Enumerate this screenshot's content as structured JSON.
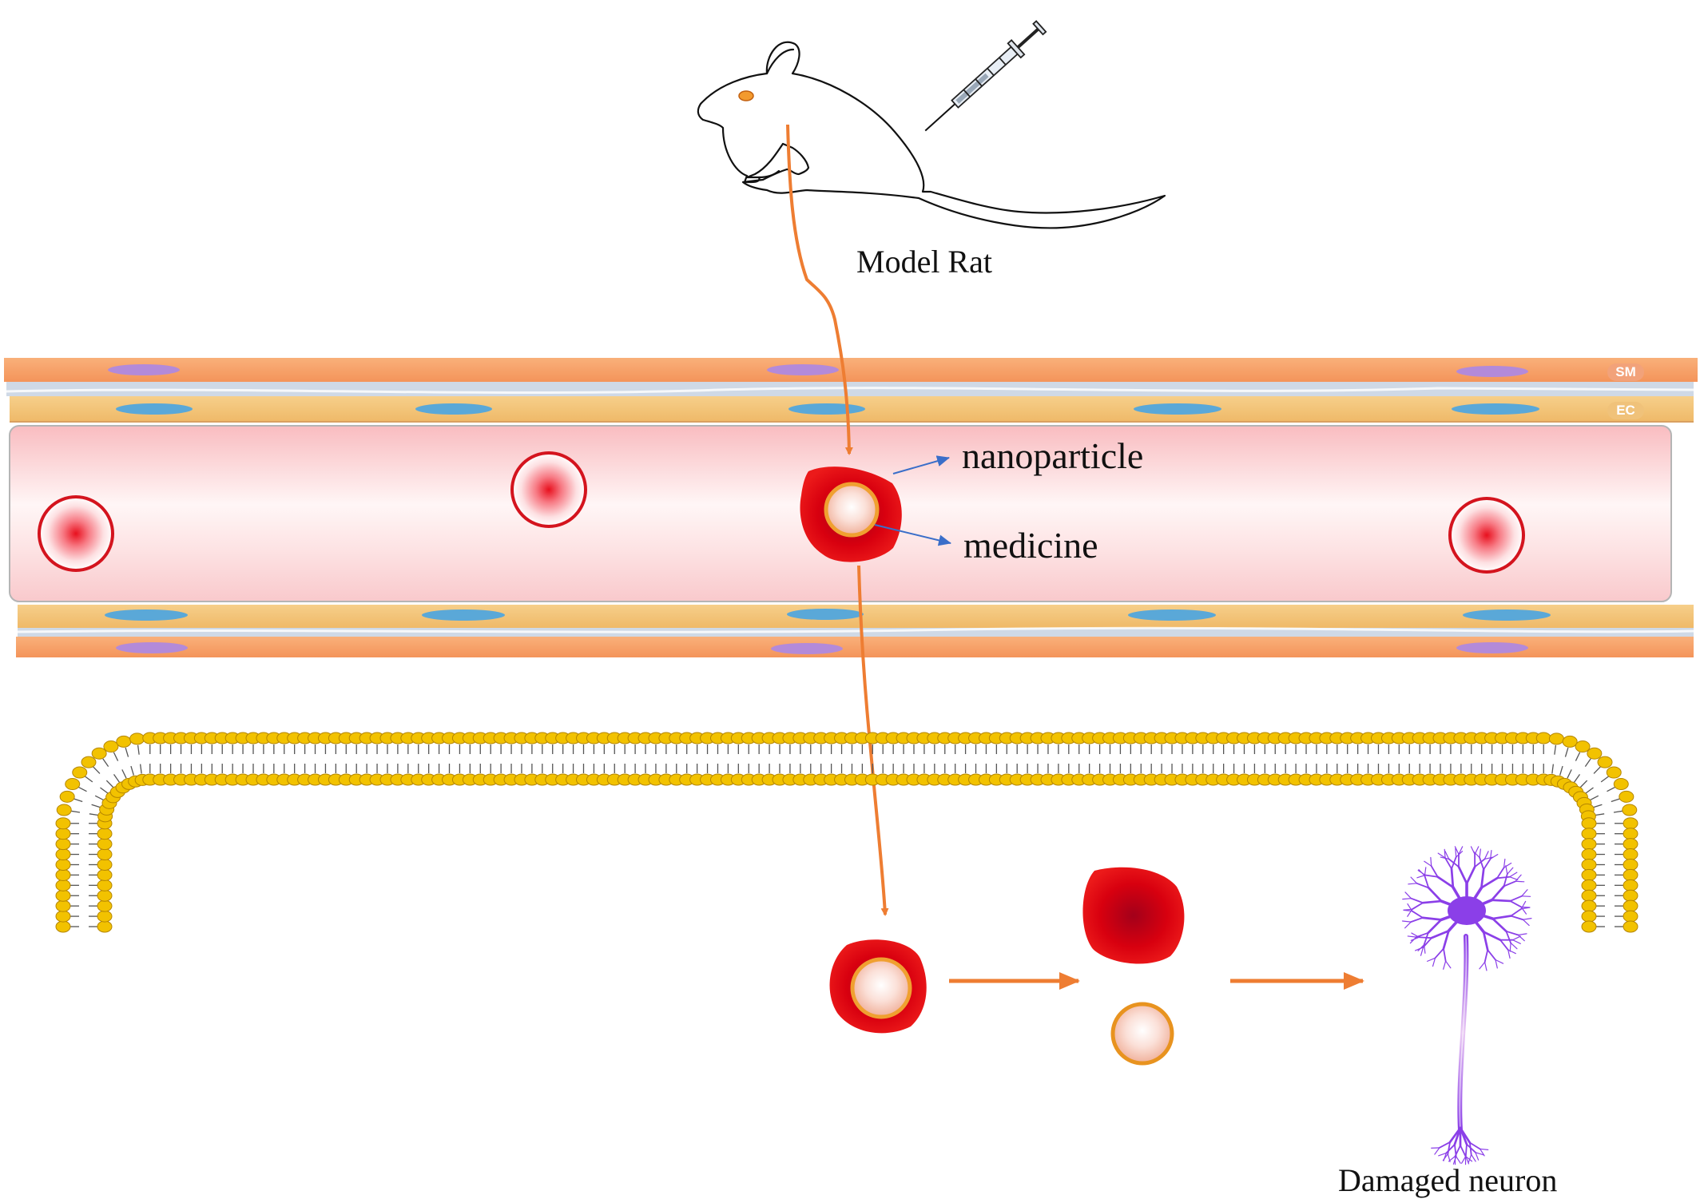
{
  "labels": {
    "model_rat": "Model Rat",
    "nanoparticle": "nanoparticle",
    "medicine": "medicine",
    "damaged_neuron": "Damaged neuron",
    "sm_tag": "SM",
    "ec_tag": "EC"
  },
  "colors": {
    "arrow": "#ee7d32",
    "nanoparticle": "#e3000f",
    "medicine_core": "#f3a03c",
    "vessel_lumen": "#fbd3d6",
    "smooth_muscle": "#f7a66f",
    "endothelium": "#f3c57e",
    "membrane_head": "#f2c200",
    "neuron": "#8b3fe8",
    "pointer": "#3a6ec9"
  },
  "icons": [
    "rat-outline",
    "syringe-icon",
    "red-blood-cell",
    "nanoparticle",
    "medicine-core",
    "lipid-bilayer",
    "neuron"
  ]
}
